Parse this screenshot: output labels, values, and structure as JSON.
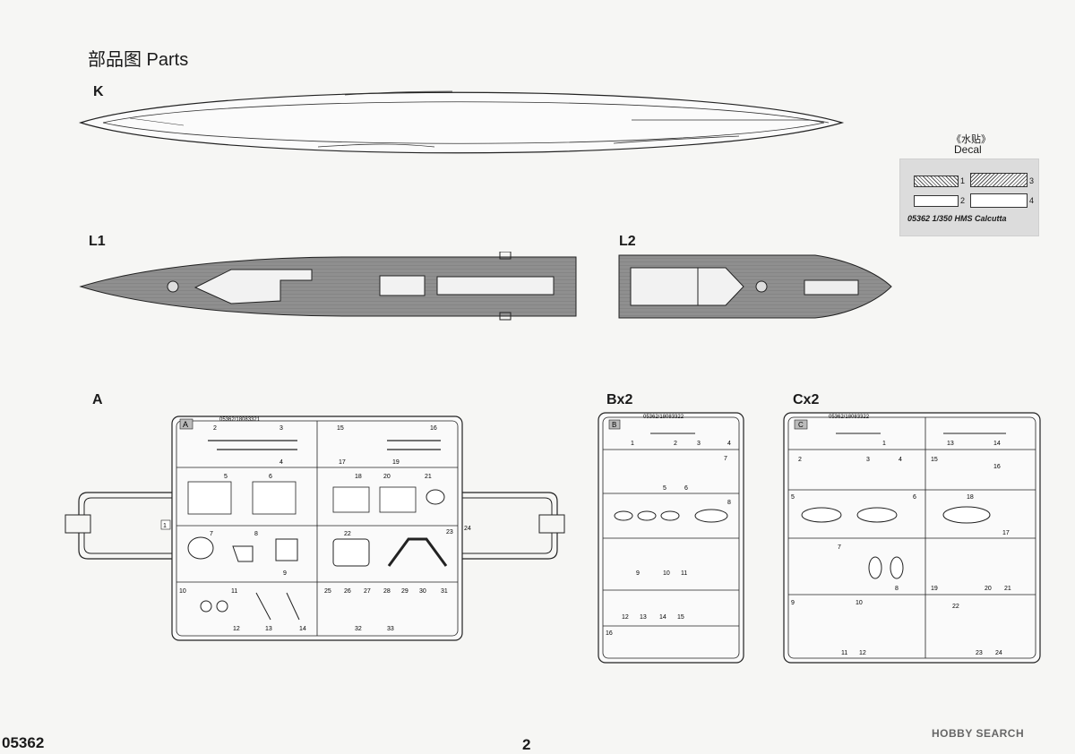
{
  "page": {
    "title": "部品图 Parts",
    "code": "05362",
    "page_number": "2",
    "watermark": "HOBBY SEARCH"
  },
  "parts": {
    "k_label": "K",
    "l1_label": "L1",
    "l2_label": "L2",
    "a_label": "A",
    "b_label": "Bx2",
    "c_label": "Cx2"
  },
  "decal": {
    "title_cn": "《水贴》",
    "title_en": "Decal",
    "caption": "05362 1/350 HMS Calcutta",
    "numbers": [
      "1",
      "3",
      "2",
      "4"
    ]
  },
  "sprues": {
    "a": {
      "letter": "A",
      "code": "05362/18083321",
      "numbers": [
        "1",
        "2",
        "3",
        "4",
        "5",
        "6",
        "7",
        "8",
        "9",
        "10",
        "11",
        "12",
        "13",
        "14",
        "15",
        "16",
        "17",
        "18",
        "19",
        "20",
        "21",
        "22",
        "23",
        "24",
        "25",
        "26",
        "27",
        "28",
        "29",
        "30",
        "31",
        "32",
        "33"
      ]
    },
    "b": {
      "letter": "B",
      "code": "05362/18083322",
      "numbers": [
        "1",
        "2",
        "3",
        "4",
        "5",
        "6",
        "7",
        "8",
        "9",
        "10",
        "11",
        "12",
        "13",
        "14",
        "15",
        "16"
      ]
    },
    "c": {
      "letter": "C",
      "code": "05362/18083322",
      "numbers": [
        "1",
        "2",
        "3",
        "4",
        "5",
        "6",
        "7",
        "8",
        "9",
        "10",
        "11",
        "12",
        "13",
        "14",
        "15",
        "16",
        "17",
        "18",
        "19",
        "20",
        "21",
        "22",
        "23",
        "24"
      ]
    }
  }
}
